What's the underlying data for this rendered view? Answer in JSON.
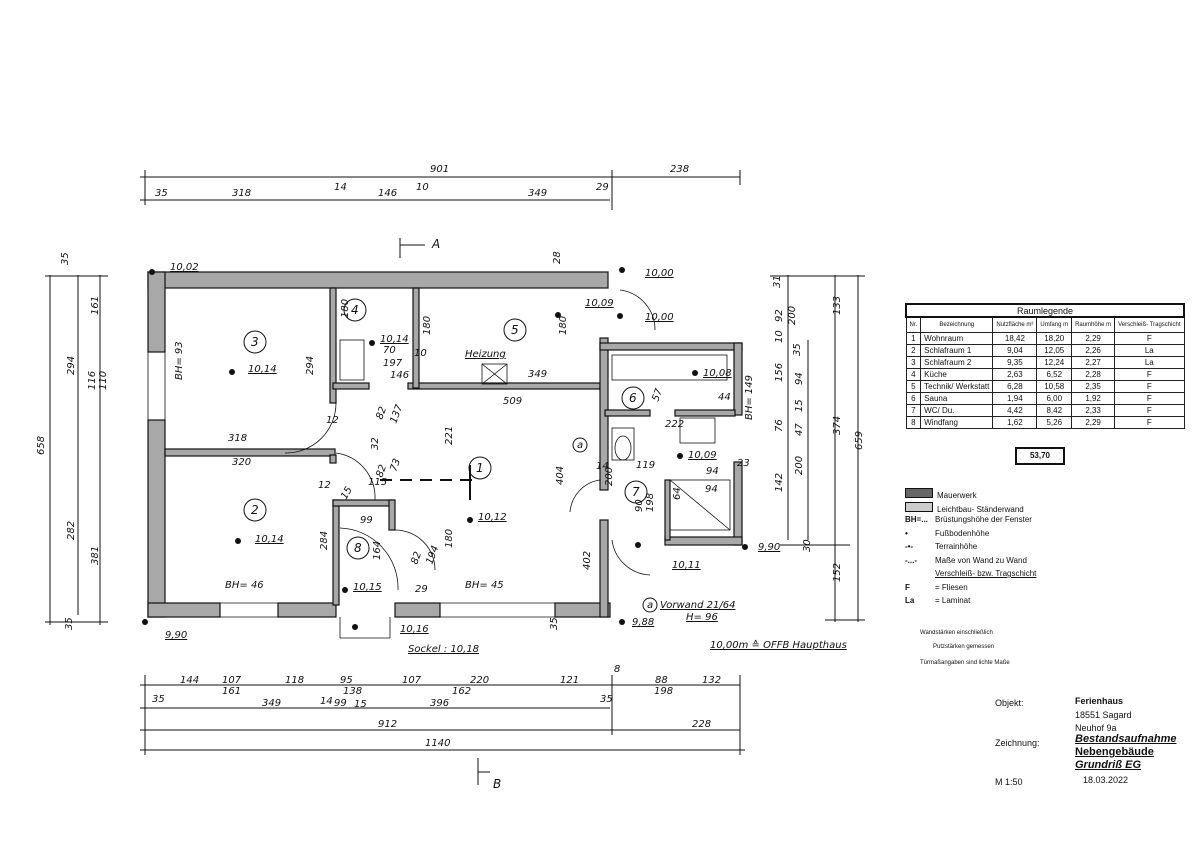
{
  "plan": {
    "section_a": "A",
    "section_b": "B",
    "room_numbers": [
      "1",
      "2",
      "3",
      "4",
      "5",
      "6",
      "7",
      "8"
    ],
    "annotation_marks": [
      "a",
      "a"
    ],
    "dimensions": [
      "901",
      "238",
      "35",
      "318",
      "14",
      "146",
      "10",
      "349",
      "29",
      "35",
      "658",
      "294",
      "282",
      "161",
      "116",
      "110",
      "381",
      "35",
      "31",
      "92",
      "200",
      "133",
      "10",
      "35",
      "156",
      "94",
      "15",
      "76",
      "47",
      "374",
      "142",
      "200",
      "659",
      "30",
      "152",
      "144",
      "107",
      "118",
      "95",
      "107",
      "220",
      "121",
      "8",
      "88",
      "132",
      "161",
      "138",
      "162",
      "198",
      "35",
      "349",
      "14",
      "99",
      "15",
      "396",
      "35",
      "912",
      "228",
      "1140",
      "180",
      "70",
      "10",
      "197",
      "146",
      "294",
      "12",
      "318",
      "320",
      "82",
      "137",
      "180",
      "180",
      "349",
      "509",
      "221",
      "32",
      "82",
      "73",
      "12",
      "115",
      "15",
      "99",
      "284",
      "164",
      "82",
      "194",
      "29",
      "180",
      "404",
      "402",
      "14",
      "200",
      "119",
      "94",
      "222",
      "57",
      "44",
      "23",
      "94",
      "64",
      "90",
      "198",
      "35",
      "28"
    ],
    "levels": [
      "10,02",
      "9,90",
      "10,00",
      "10,09",
      "10,00",
      "10,14",
      "10,14",
      "10,14",
      "10,15",
      "10,16",
      "10,12",
      "10,08",
      "10,09",
      "10,11",
      "9,90",
      "9,88"
    ],
    "annotations": [
      "Heizung",
      "BH= 93",
      "BH= 46",
      "BH= 45",
      "BH= 149",
      "Sockel : 10,18",
      "Vorwand 21/64",
      "H= 96",
      "10,00m ≙ OFFB Haupthaus"
    ]
  },
  "room_legend": {
    "title": "Raumlegende",
    "headers": [
      "Nr.",
      "Bezeichnung",
      "Nutzfläche m²",
      "Umfang m",
      "Raumhöhe m",
      "Verschleiß- Tragschicht"
    ],
    "rows": [
      [
        "1",
        "Wohnraum",
        "18,42",
        "18,20",
        "2,29",
        "F"
      ],
      [
        "2",
        "Schlafraum 1",
        "9,04",
        "12,05",
        "2,26",
        "La"
      ],
      [
        "3",
        "Schlafraum 2",
        "9,35",
        "12,24",
        "2,27",
        "La"
      ],
      [
        "4",
        "Küche",
        "2,63",
        "6,52",
        "2,28",
        "F"
      ],
      [
        "5",
        "Technik/ Werkstatt",
        "6,28",
        "10,58",
        "2,35",
        "F"
      ],
      [
        "6",
        "Sauna",
        "1,94",
        "6,00",
        "1,92",
        "F"
      ],
      [
        "7",
        "WC/ Du.",
        "4,42",
        "8,42",
        "2,33",
        "F"
      ],
      [
        "8",
        "Windfang",
        "1,62",
        "5,26",
        "2,29",
        "F"
      ]
    ],
    "total": "53,70"
  },
  "symbol_legend": [
    {
      "key": "",
      "label": "Mauerwerk"
    },
    {
      "key": "",
      "label": "Leichtbau- Ständerwand"
    },
    {
      "key": "BH=...",
      "label": "Brüstungshöhe der Fenster"
    },
    {
      "key": "•",
      "label": "Fußbodenhöhe"
    },
    {
      "key": "-•-",
      "label": "Terrainhöhe"
    },
    {
      "key": "-...-",
      "label": "Maße von Wand zu Wand"
    },
    {
      "key": "",
      "label": "Verschleiß- bzw. Tragschicht"
    },
    {
      "key": "F",
      "label": "= Fliesen"
    },
    {
      "key": "La",
      "label": "= Laminat"
    }
  ],
  "notes": [
    "Wandstärken einschließlich",
    "Putzstärken gemessen",
    "Türmaßangaben sind lichte Maße"
  ],
  "title_block": {
    "object_label": "Objekt:",
    "object_lines": [
      "Ferienhaus",
      "18551 Sagard",
      "Neuhof 9a"
    ],
    "drawing_label": "Zeichnung:",
    "drawing_lines": [
      "Bestandsaufnahme",
      "Nebengebäude",
      "Grundriß EG"
    ],
    "scale": "M 1:50",
    "date": "18.03.2022"
  }
}
